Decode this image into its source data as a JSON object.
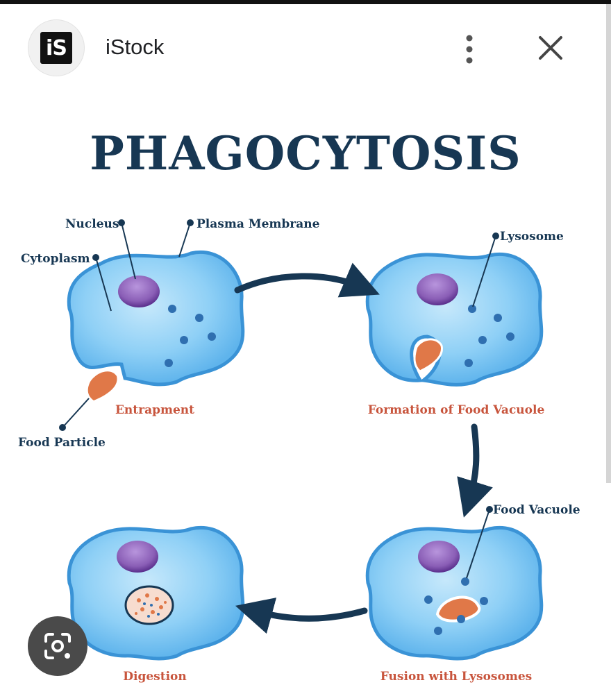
{
  "header": {
    "source_name": "iStock",
    "logo_text": "iS",
    "icons": {
      "more": "more-vert-icon",
      "close": "close-icon",
      "lens": "lens-icon"
    }
  },
  "illustration": {
    "title": "PHAGOCYTOSIS",
    "labels": {
      "nucleus": "Nucleus",
      "plasma_membrane": "Plasma Membrane",
      "cytoplasm": "Cytoplasm",
      "lysosome": "Lysosome",
      "food_particle": "Food Particle",
      "food_vacuole": "Food Vacuole"
    },
    "stages": {
      "entrapment": "Entrapment",
      "formation": "Formation of Food Vacuole",
      "fusion": "Fusion with Lysosomes",
      "digestion": "Digestion"
    },
    "colors": {
      "title": "#173753",
      "stage_text": "#c8553d",
      "cell_fill": "#6ec0f2",
      "cell_stroke": "#3a93d6",
      "nucleus": "#8b5fb5",
      "food": "#e07848",
      "arrow": "#173753"
    }
  }
}
